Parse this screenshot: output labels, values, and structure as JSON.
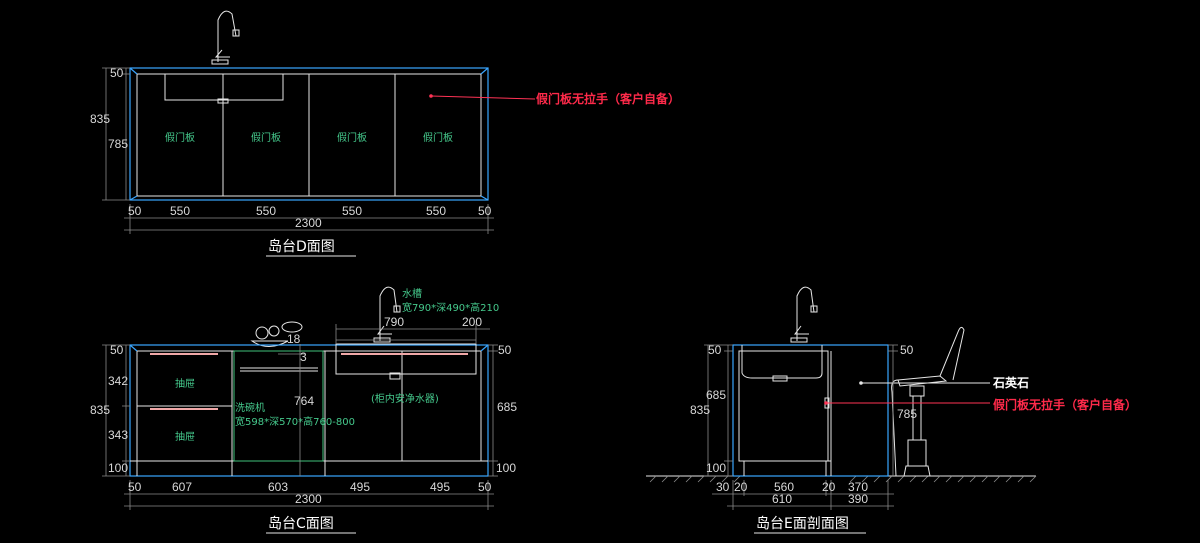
{
  "titles": {
    "d": "岛台D面图",
    "c": "岛台C面图",
    "e": "岛台E面剖面图"
  },
  "view_d": {
    "door_label": "假门板",
    "note": "假门板无拉手（客户自备）",
    "dims_left": [
      "50",
      "835",
      "785"
    ],
    "dims_bottom": [
      "50",
      "550",
      "550",
      "550",
      "550",
      "50"
    ],
    "total": "2300"
  },
  "view_c": {
    "drawer_label": "抽屉",
    "dishwasher_label": "洗碗机",
    "dishwasher_size": "宽598*深570*高760-800",
    "sink_label": "水槽",
    "sink_size": "宽790*深490*高210",
    "purifier_label": "(柜内安净水器)",
    "dims_left": [
      "50",
      "342",
      "835",
      "343",
      "100"
    ],
    "dims_right": [
      "50",
      "685",
      "100"
    ],
    "dims_bottom": [
      "50",
      "607",
      "603",
      "495",
      "495",
      "50"
    ],
    "total": "2300",
    "dim_790": "790",
    "dim_200": "200",
    "dim_18": "18",
    "dim_3": "3",
    "dim_764": "764"
  },
  "view_e": {
    "quartz_label": "石英石",
    "note": "假门板无拉手（客户自备）",
    "dims_left": [
      "50",
      "685",
      "835",
      "100"
    ],
    "dim_top_right": "50",
    "dim_785": "785",
    "dims_bottom1": [
      "30",
      "20",
      "560",
      "20",
      "370"
    ],
    "dims_bottom2": [
      "610",
      "390"
    ]
  },
  "colors": {
    "accent_red": "#ff2a4a",
    "label_green": "#45c98c",
    "outline_cyan": "#3aa6ff"
  }
}
